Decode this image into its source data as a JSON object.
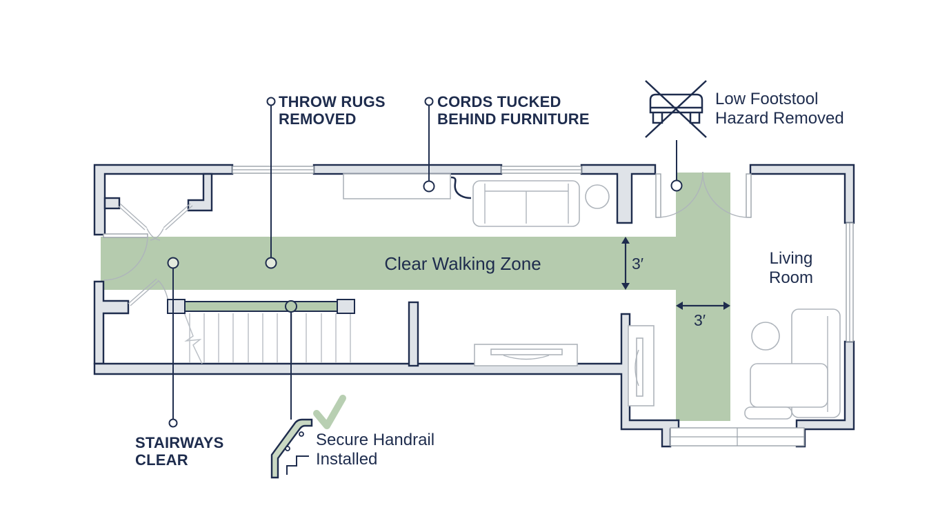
{
  "colors": {
    "navy": "#1e2c4d",
    "wall_fill": "#dfe3e8",
    "window_line": "#9aa1a9",
    "furniture_line": "#aeb4bb",
    "zone_green": "#b5cbae",
    "marker_green": "#e3eadd",
    "check_green": "#b8cfb2",
    "background": "#ffffff"
  },
  "zone": {
    "label": "Clear Walking Zone"
  },
  "living_room": {
    "line1": "Living",
    "line2": "Room"
  },
  "callouts": {
    "throw_rugs": {
      "line1": "THROW RUGS",
      "line2": "REMOVED"
    },
    "cords": {
      "line1": "CORDS TUCKED",
      "line2": "BEHIND FURNITURE"
    },
    "footstool": {
      "line1": "Low Footstool",
      "line2": "Hazard Removed"
    },
    "stairways": {
      "line1": "STAIRWAYS",
      "line2": "CLEAR"
    },
    "handrail": {
      "line1": "Secure Handrail",
      "line2": "Installed"
    }
  },
  "measurements": {
    "zone_height": "3′",
    "zone_width": "3′"
  },
  "icons": {
    "footstool": "crossed-out-footstool-icon",
    "handrail": "handrail-with-steps-icon",
    "check": "checkmark-icon",
    "callout_marker": "circle-marker"
  }
}
